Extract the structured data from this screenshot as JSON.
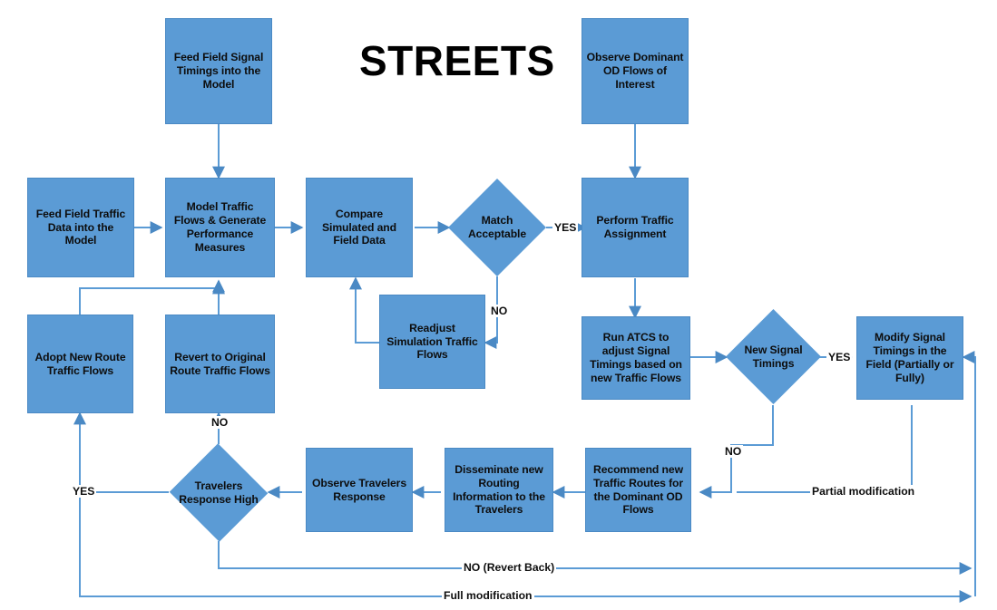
{
  "diagram": {
    "title": "STREETS",
    "accent_color": "#5B9BD5",
    "line_color": "#5B9BD5",
    "text_color": "#0D0D0D",
    "background": "#FFFFFF",
    "nodes": [
      {
        "id": "feed_signal",
        "type": "process",
        "label": "Feed Field Signal Timings into the Model"
      },
      {
        "id": "observe_od",
        "type": "process",
        "label": "Observe Dominant OD Flows of Interest"
      },
      {
        "id": "feed_traffic",
        "type": "process",
        "label": "Feed Field Traffic Data into the Model"
      },
      {
        "id": "model_flows",
        "type": "process",
        "label": "Model Traffic Flows & Generate Performance Measures"
      },
      {
        "id": "compare",
        "type": "process",
        "label": "Compare Simulated and Field Data"
      },
      {
        "id": "match_acceptable",
        "type": "decision",
        "label": "Match Acceptable"
      },
      {
        "id": "perform_assign",
        "type": "process",
        "label": "Perform Traffic Assignment"
      },
      {
        "id": "readjust",
        "type": "process",
        "label": "Readjust Simulation Traffic Flows"
      },
      {
        "id": "adopt_new",
        "type": "process",
        "label": "Adopt New Route Traffic Flows"
      },
      {
        "id": "revert_original",
        "type": "process",
        "label": "Revert to Original Route Traffic Flows"
      },
      {
        "id": "run_atcs",
        "type": "process",
        "label": "Run ATCS to adjust Signal Timings based on new Traffic Flows"
      },
      {
        "id": "new_timings",
        "type": "decision",
        "label": "New Signal Timings"
      },
      {
        "id": "modify_signal",
        "type": "process",
        "label": "Modify Signal Timings in the Field (Partially or Fully)"
      },
      {
        "id": "travelers_high",
        "type": "decision",
        "label": "Travelers Response High"
      },
      {
        "id": "observe_trav",
        "type": "process",
        "label": "Observe Travelers Response"
      },
      {
        "id": "disseminate",
        "type": "process",
        "label": "Disseminate new Routing Information to the Travelers"
      },
      {
        "id": "recommend",
        "type": "process",
        "label": "Recommend new Traffic Routes for the Dominant OD Flows"
      }
    ],
    "edge_labels": [
      {
        "id": "yes_match",
        "text": "YES"
      },
      {
        "id": "no_match",
        "text": "NO"
      },
      {
        "id": "yes_timings",
        "text": "YES"
      },
      {
        "id": "no_timings",
        "text": "NO"
      },
      {
        "id": "no_travelers",
        "text": "NO"
      },
      {
        "id": "yes_travelers",
        "text": "YES"
      },
      {
        "id": "partial_mod",
        "text": "Partial modification"
      },
      {
        "id": "no_revert_back",
        "text": "NO (Revert Back)"
      },
      {
        "id": "full_mod",
        "text": "Full modification"
      }
    ]
  }
}
